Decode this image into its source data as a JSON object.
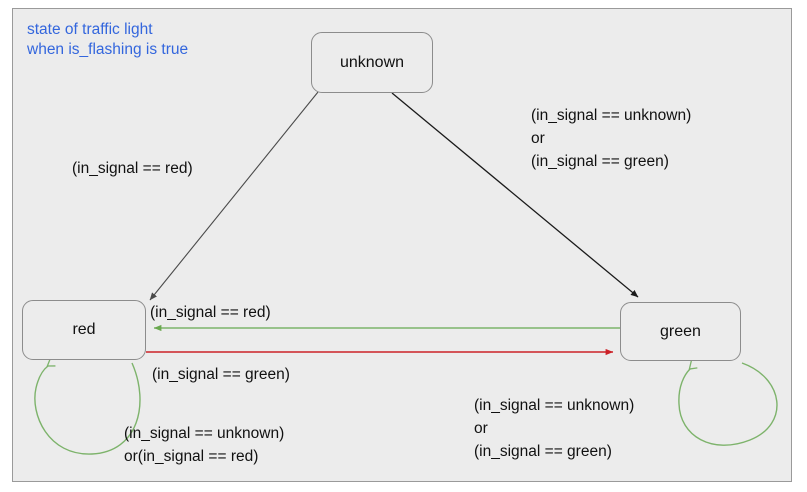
{
  "diagram": {
    "title": "state of traffic light\nwhen is_flashing is true",
    "title_color": "#3366dd",
    "background_color": "#ececec",
    "nodes": [
      {
        "id": "unknown",
        "label": "unknown"
      },
      {
        "id": "red",
        "label": "red"
      },
      {
        "id": "green",
        "label": "green"
      }
    ],
    "edges": [
      {
        "id": "unknown-to-red",
        "from": "unknown",
        "to": "red",
        "color": "#3a3a3a",
        "label": "(in_signal == red)"
      },
      {
        "id": "unknown-to-green",
        "from": "unknown",
        "to": "green",
        "color": "#1a1a1a",
        "label": "(in_signal == unknown)\nor\n(in_signal == green)"
      },
      {
        "id": "green-to-red",
        "from": "green",
        "to": "red",
        "color": "#7db36b",
        "label": "(in_signal == red)"
      },
      {
        "id": "red-to-green",
        "from": "red",
        "to": "green",
        "color": "#cc2127",
        "label": "(in_signal == green)"
      },
      {
        "id": "red-self-loop",
        "from": "red",
        "to": "red",
        "color": "#7db36b",
        "label": "(in_signal == unknown)\nor(in_signal == red)"
      },
      {
        "id": "green-self-loop",
        "from": "green",
        "to": "green",
        "color": "#7db36b",
        "label": "(in_signal == unknown)\nor\n(in_signal == green)"
      }
    ]
  }
}
